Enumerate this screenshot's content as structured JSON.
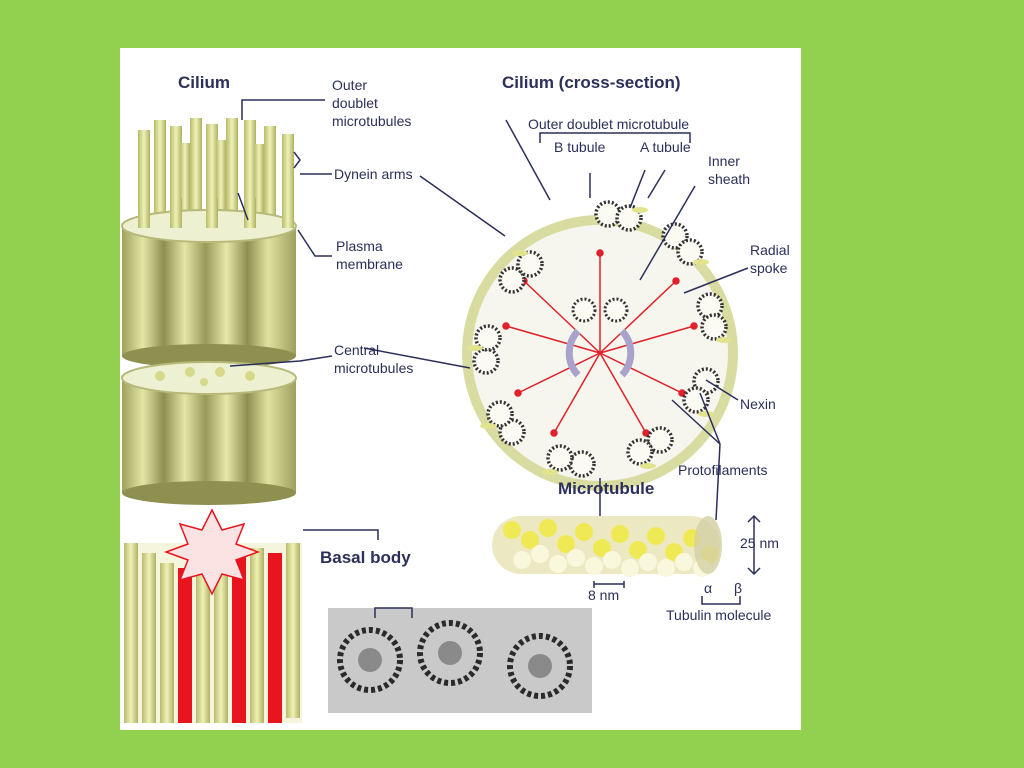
{
  "headings": {
    "cilium": "Cilium",
    "cross_section": "Cilium (cross-section)",
    "microtubule": "Microtubule",
    "basal_body": "Basal body"
  },
  "labels": {
    "outer_doublet_1": "Outer",
    "outer_doublet_2": "doublet",
    "outer_doublet_3": "microtubules",
    "dynein_arms": "Dynein arms",
    "plasma_membrane_1": "Plasma",
    "plasma_membrane_2": "membrane",
    "central_1": "Central",
    "central_2": "microtubules",
    "outer_doublet_single": "Outer doublet microtubule",
    "b_tubule": "B tubule",
    "a_tubule": "A tubule",
    "inner_sheath_1": "Inner",
    "inner_sheath_2": "sheath",
    "radial_spoke_1": "Radial",
    "radial_spoke_2": "spoke",
    "nexin": "Nexin",
    "protofilaments": "Protofilaments",
    "width_25nm": "25 nm",
    "length_8nm": "8 nm",
    "alpha": "α",
    "beta": "β",
    "tubulin_molecule": "Tubulin molecule"
  },
  "colors": {
    "background": "#92d050",
    "panel": "#ffffff",
    "label_text": "#2b2f5a",
    "tubule_yellow": "#d6d98a",
    "membrane": "#d9dca0",
    "spoke_red": "#e0202a",
    "sheath_purple": "#a9a3cc",
    "basal_red": "#e8141e"
  }
}
